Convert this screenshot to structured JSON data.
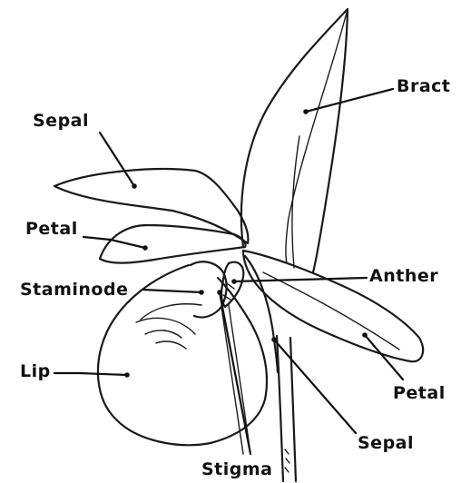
{
  "diagram": {
    "labels": {
      "bract": "Bract",
      "sepal_top": "Sepal",
      "petal_left": "Petal",
      "staminode": "Staminode",
      "anther": "Anther",
      "lip": "Lip",
      "petal_right": "Petal",
      "sepal_bottom": "Sepal",
      "stigma": "Stigma"
    }
  }
}
